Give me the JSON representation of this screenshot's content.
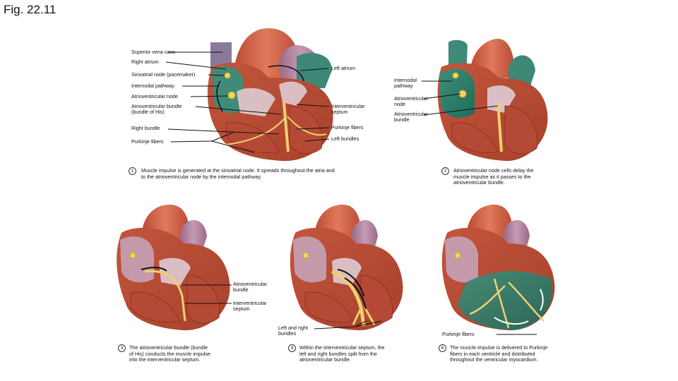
{
  "figure_title": "Fig. 22.11",
  "labels": {
    "superior_vena_cava": "Superior vena cava",
    "right_atrium": "Right atrium",
    "left_atrium": "Left atrium",
    "sinoatrial_node": "Sinoatrial node (pacemaker)",
    "internodal_pathway": "Internodal pathway",
    "av_node": "Atrioventricular node",
    "av_bundle_line1": "Atrioventricular bundle",
    "av_bundle_line2": "(bundle of His)",
    "interventricular_septum_line1": "Interventricular",
    "interventricular_septum_line2": "septum",
    "right_bundle": "Right bundle",
    "purkinje_fibers_left": "Purkinje fibers",
    "purkinje_fibers_right": "Purkinje fibers",
    "left_bundles": "Left bundles",
    "p2_internodal_line1": "Internodal",
    "p2_internodal_line2": "pathway",
    "p2_av_node_line1": "Atrioventricular",
    "p2_av_node_line2": "node",
    "p2_av_bundle_line1": "Atrioventricular",
    "p2_av_bundle_line2": "bundle",
    "p3_av_bundle_line1": "Atrioventricular",
    "p3_av_bundle_line2": "bundle",
    "p3_septum_line1": "Interventricular",
    "p3_septum_line2": "septum",
    "p4_bundles_line1": "Left and right",
    "p4_bundles_line2": "bundles",
    "p6_purkinje": "Purkinje fibers"
  },
  "steps": [
    {
      "num": "1",
      "line1": "Muscle impulse is generated at the sinoatrial node. It spreads throughout the atria and",
      "line2": "to the atrioventricular node by the internodal pathway.",
      "line3": ""
    },
    {
      "num": "2",
      "line1": "Atrioventricular node cells delay the",
      "line2": "muscle impulse as it passes to the",
      "line3": "atrioventricular bundle."
    },
    {
      "num": "3",
      "line1": "The atrioventricular bundle (bundle",
      "line2": "of His) conducts the muscle impulse",
      "line3": "into the interventricular septum."
    },
    {
      "num": "4",
      "line1": "Within the interventricular septum, the",
      "line2": "left and right bundles split from the",
      "line3": "atrioventricular bundle."
    },
    {
      "num": "6",
      "line1": "The muscle impulse is delivered to Purkinje",
      "line2": "fibers in each ventricle and distributed",
      "line3": "throughout the ventricular myocardium."
    }
  ]
}
